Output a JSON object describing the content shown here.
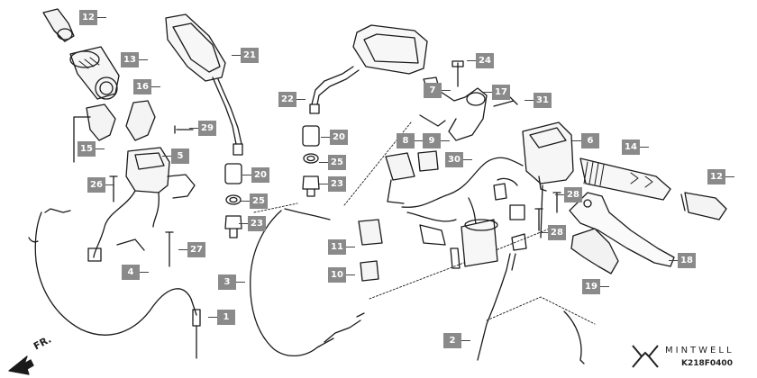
{
  "diagram": {
    "direction_label": "FR.",
    "drawing_code": "K218F0400",
    "watermark": "MINTWELL",
    "part_callouts": [
      {
        "id": "12",
        "side": "r"
      },
      {
        "id": "13",
        "side": "r"
      },
      {
        "id": "21",
        "side": "r"
      },
      {
        "id": "16",
        "side": "r"
      },
      {
        "id": "15",
        "side": "r"
      },
      {
        "id": "29",
        "side": "l"
      },
      {
        "id": "5",
        "side": "l"
      },
      {
        "id": "26",
        "side": "l"
      },
      {
        "id": "27",
        "side": "l"
      },
      {
        "id": "4",
        "side": "r"
      },
      {
        "id": "22",
        "side": "r"
      },
      {
        "id": "20",
        "side": "l"
      },
      {
        "id": "25",
        "side": "l"
      },
      {
        "id": "23",
        "side": "l"
      },
      {
        "id": "20",
        "side": "l"
      },
      {
        "id": "25",
        "side": "l"
      },
      {
        "id": "23",
        "side": "l"
      },
      {
        "id": "3",
        "side": "l"
      },
      {
        "id": "1",
        "side": "l"
      },
      {
        "id": "7",
        "side": "r"
      },
      {
        "id": "24",
        "side": "l"
      },
      {
        "id": "17",
        "side": "l"
      },
      {
        "id": "31",
        "side": "l"
      },
      {
        "id": "8",
        "side": "r"
      },
      {
        "id": "9",
        "side": "r"
      },
      {
        "id": "30",
        "side": "r"
      },
      {
        "id": "6",
        "side": "l"
      },
      {
        "id": "14",
        "side": "r"
      },
      {
        "id": "12",
        "side": "r"
      },
      {
        "id": "28",
        "side": "l"
      },
      {
        "id": "28",
        "side": "l"
      },
      {
        "id": "11",
        "side": "r"
      },
      {
        "id": "10",
        "side": "r"
      },
      {
        "id": "18",
        "side": "l"
      },
      {
        "id": "19",
        "side": "r"
      },
      {
        "id": "2",
        "side": "r"
      }
    ]
  }
}
